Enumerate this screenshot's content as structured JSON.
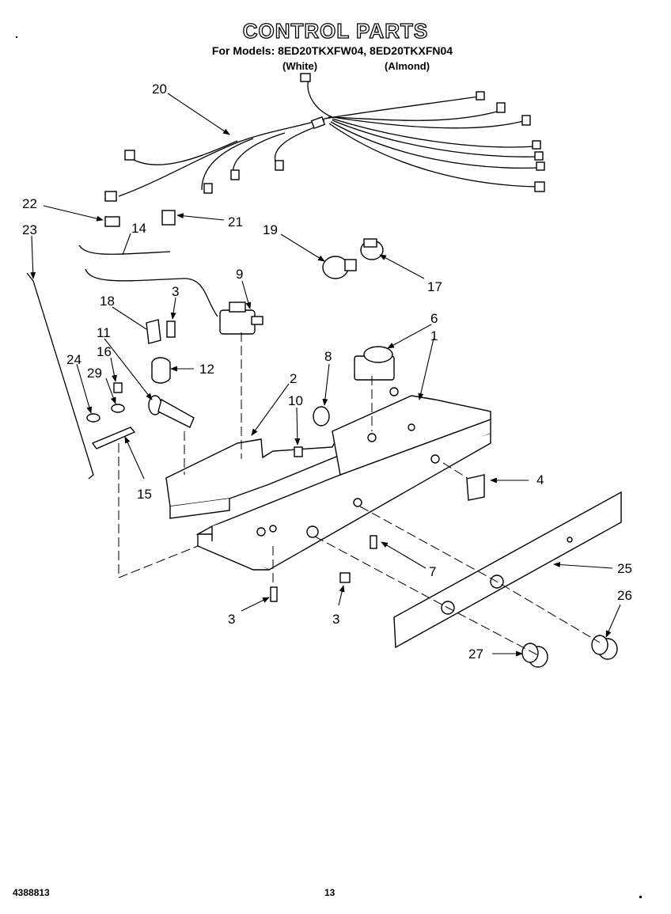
{
  "header": {
    "title": "CONTROL PARTS",
    "models_line": "For Models: 8ED20TKXFW04, 8ED20TKXFN04",
    "variant_white": "(White)",
    "variant_almond": "(Almond)"
  },
  "callouts": [
    "20",
    "22",
    "21",
    "23",
    "14",
    "19",
    "17",
    "9",
    "3",
    "18",
    "11",
    "12",
    "6",
    "1",
    "8",
    "16",
    "24",
    "29",
    "2",
    "10",
    "4",
    "15",
    "25",
    "7",
    "26",
    "3",
    "3",
    "27"
  ],
  "footer": {
    "doc_number": "4388813",
    "page_number": "13"
  }
}
